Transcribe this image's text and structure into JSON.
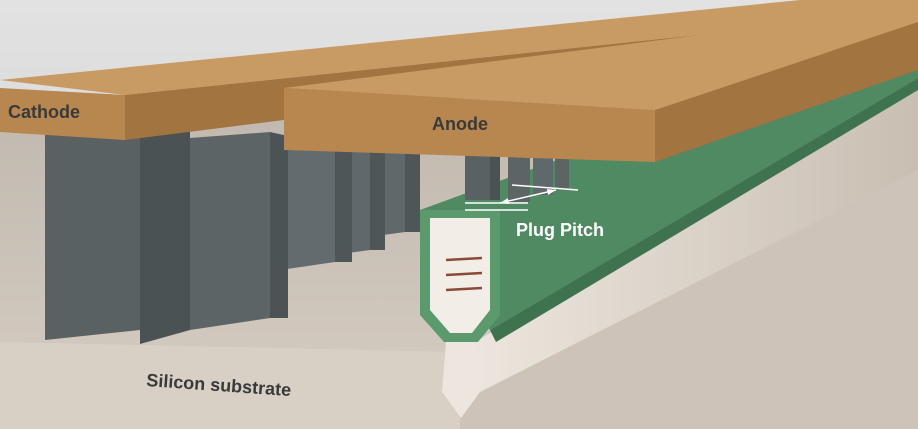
{
  "labels": {
    "cathode": "Cathode",
    "anode": "Anode",
    "plug_pitch": "Plug Pitch",
    "substrate": "Silicon substrate"
  },
  "colors": {
    "electrode": "#b8864f",
    "pillar": "#5c6466",
    "liner": "#4f8a62",
    "substrate": "#cfc4b8",
    "background": "#d8d8d8"
  }
}
